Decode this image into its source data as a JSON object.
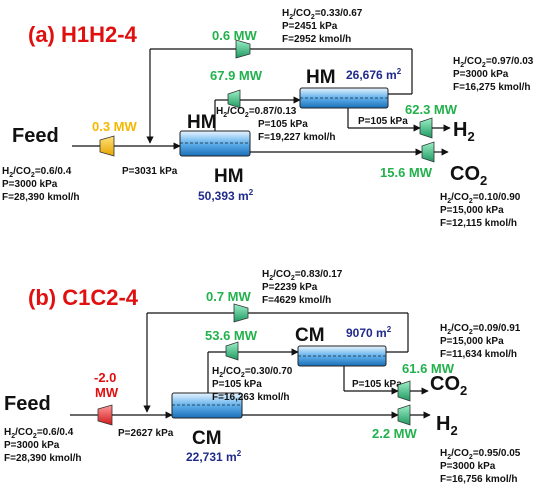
{
  "panel_a": {
    "title": "(a) H1H2-4",
    "feed_label": "Feed",
    "feed_compressor_power": "0.3 MW",
    "feed_stream": {
      "ratio_value": "=0.6/0.4",
      "pressure": "P=3000 kPa",
      "flow": "F=28,390 kmol/h"
    },
    "mix_pressure": "P=3031 kPa",
    "stage1_label": "HM",
    "stage1_area_value": "50,393 m",
    "stage1_permeate": {
      "ratio_value": "=0.87/0.13",
      "pressure": "P=105 kPa",
      "flow": "F=19,227 kmol/h"
    },
    "stage1_perm_compressor_power": "67.9 MW",
    "stage2_label": "HM",
    "stage2_area_value": "26,676 m",
    "recycle": {
      "ratio_value": "=0.33/0.67",
      "pressure": "P=2451 kPa",
      "flow": "F=2952 kmol/h"
    },
    "recycle_power": "0.6 MW",
    "stage2_permeate_pressure": "P=105 kPa",
    "h2_compressor_power": "62.3 MW",
    "h2_product": {
      "label": "H",
      "sub": "2",
      "ratio_value": "=0.97/0.03",
      "pressure": "P=3000 kPa",
      "flow": "F=16,275 kmol/h"
    },
    "co2_compressor_power": "15.6 MW",
    "co2_product": {
      "label": "CO",
      "sub": "2",
      "ratio_value": "=0.10/0.90",
      "pressure": "P=15,000 kPa",
      "flow": "F=12,115 kmol/h"
    }
  },
  "panel_b": {
    "title": "(b) C1C2-4",
    "feed_label": "Feed",
    "feed_power_value": "-2.0",
    "feed_power_unit": "MW",
    "feed_stream": {
      "ratio_value": "=0.6/0.4",
      "pressure": "P=3000 kPa",
      "flow": "F=28,390 kmol/h"
    },
    "mix_pressure": "P=2627 kPa",
    "stage1_label": "CM",
    "stage1_area_value": "22,731 m",
    "stage1_permeate": {
      "ratio_value": "=0.30/0.70",
      "pressure": "P=105 kPa",
      "flow": "F=16,263 kmol/h"
    },
    "stage1_perm_compressor_power": "53.6 MW",
    "stage2_label": "CM",
    "stage2_area_value": "9070 m",
    "recycle": {
      "ratio_value": "=0.83/0.17",
      "pressure": "P=2239 kPa",
      "flow": "F=4629 kmol/h"
    },
    "recycle_power": "0.7 MW",
    "stage2_permeate_pressure": "P=105 kPa",
    "co2_compressor_power": "61.6 MW",
    "co2_product": {
      "label": "CO",
      "sub": "2",
      "ratio_value": "=0.09/0.91",
      "pressure": "P=15,000 kPa",
      "flow": "F=11,634 kmol/h"
    },
    "h2_compressor_power": "2.2 MW",
    "h2_product": {
      "label": "H",
      "sub": "2",
      "ratio_value": "=0.95/0.05",
      "pressure": "P=3000 kPa",
      "flow": "F=16,756 kmol/h"
    }
  },
  "colors": {
    "title": "#e01010",
    "power": "#22b14c",
    "feed_a_power": "#f5b800",
    "feed_b_power": "#e01010",
    "area": "#1f2a8a",
    "membrane": "#2b8fd8",
    "compressor": "#3cc48a"
  }
}
